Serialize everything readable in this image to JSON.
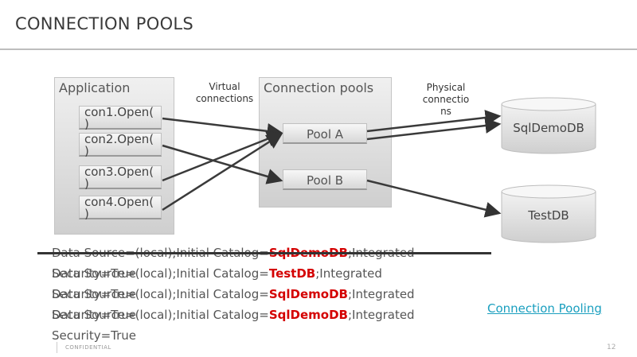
{
  "slide": {
    "title": "CONNECTION POOLS",
    "footer": "CONFIDENTIAL",
    "page_number": "12"
  },
  "diagram": {
    "application_label": "Application",
    "connection_pools_label": "Connection pools",
    "virtual_connections_label": "Virtual\nconnections",
    "physical_connections_label": "Physical\nconnectio\nns",
    "open_calls": [
      "con1.Open(\n)",
      "con2.Open(\n)",
      "con3.Open(\n)",
      "con4.Open(\n)"
    ],
    "pools": [
      "Pool A",
      "Pool B"
    ],
    "databases": [
      "SqlDemoDB",
      "TestDB"
    ]
  },
  "connection_strings": [
    {
      "prefix": "Data Source=(local);Initial Catalog=",
      "catalog": "SqlDemoDB",
      "suffix": ";Integrated Security=True"
    },
    {
      "prefix": "Data Source=(local);Initial Catalog=",
      "catalog": "TestDB",
      "suffix": ";Integrated Security=True"
    },
    {
      "prefix": "Data Source=(local);Initial Catalog=",
      "catalog": "SqlDemoDB",
      "suffix": ";Integrated Security=True"
    },
    {
      "prefix": "Data Source=(local);Initial Catalog=",
      "catalog": "SqlDemoDB",
      "suffix": ";Integrated Security=True"
    }
  ],
  "link_label": "Connection Pooling",
  "colors": {
    "highlight": "#d40000",
    "link": "#1a9fbf"
  }
}
